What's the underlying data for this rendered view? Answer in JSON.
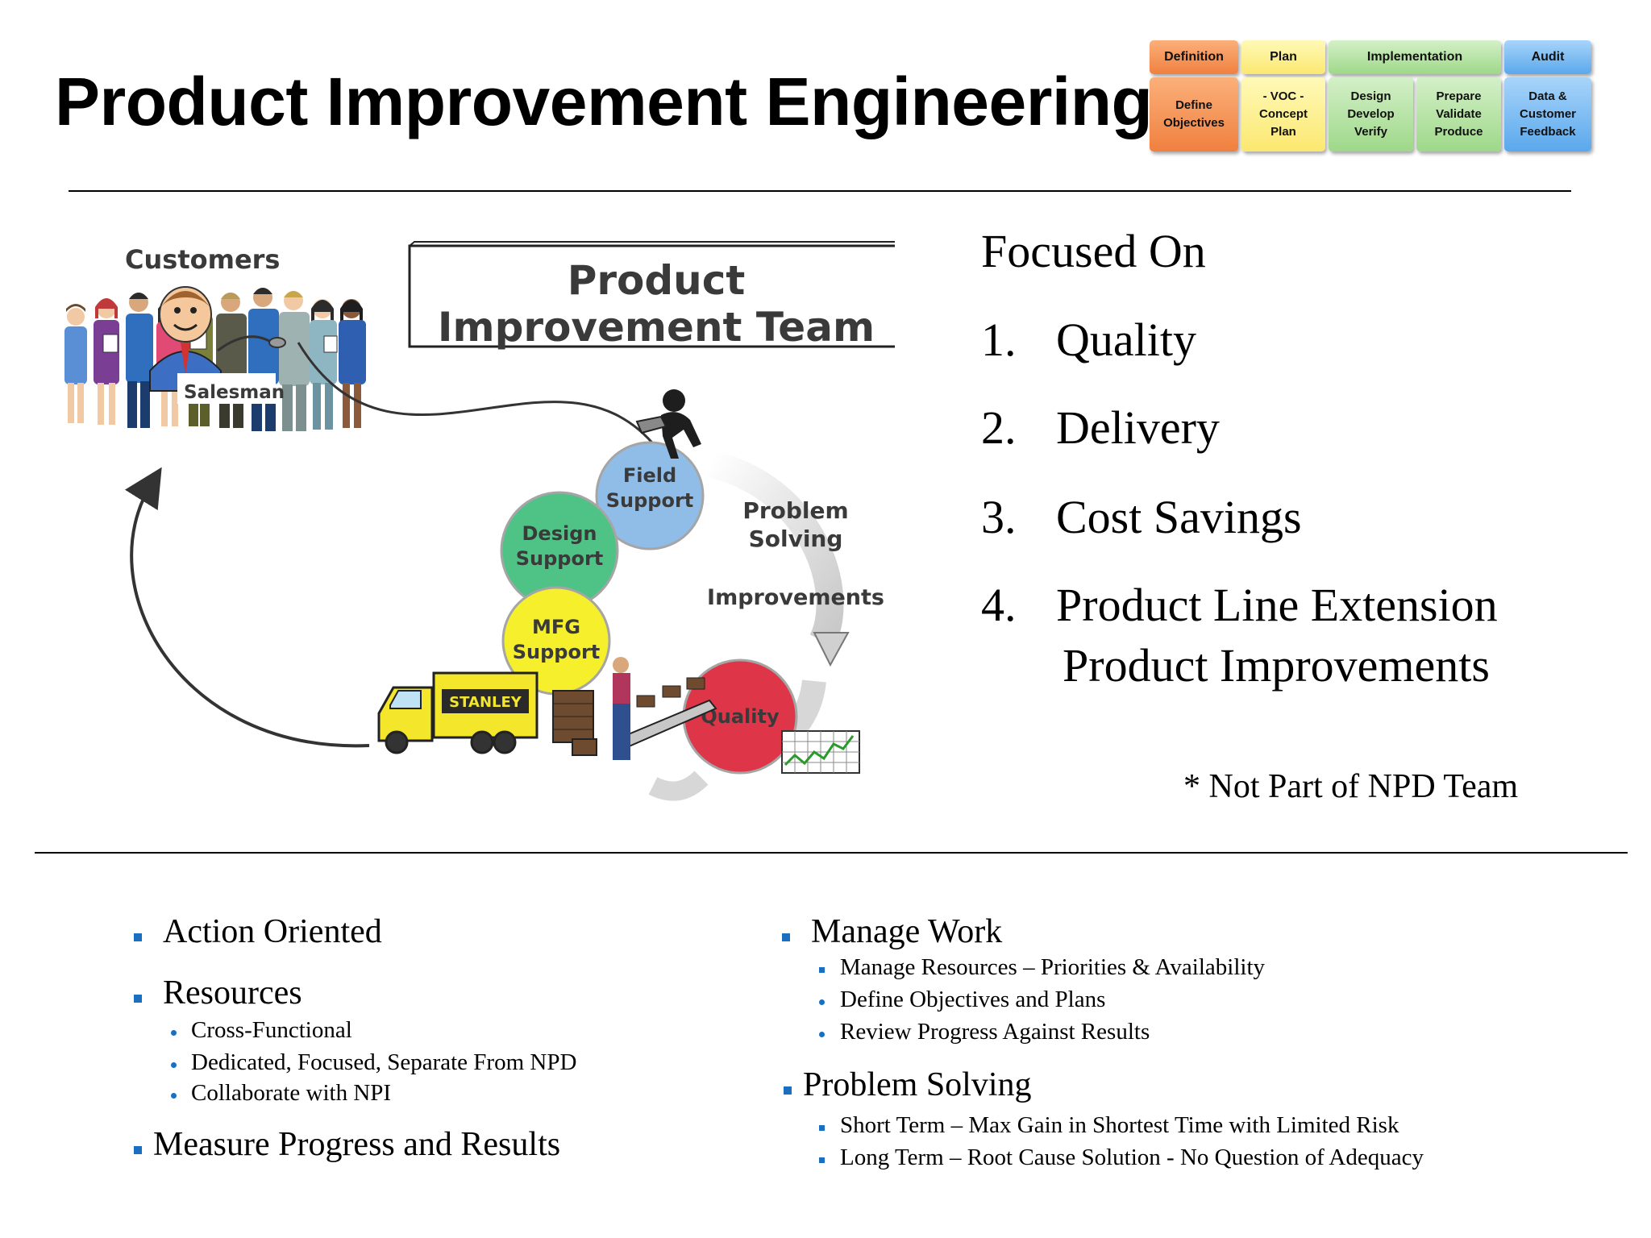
{
  "title": "Product Improvement Engineering",
  "phases": {
    "headers": [
      {
        "label": "Definition",
        "color": "#f5914f"
      },
      {
        "label": "Plan",
        "color": "#fbe870"
      },
      {
        "label": "Implementation",
        "color": "#9ed889"
      },
      {
        "label": "Audit",
        "color": "#5aa8ec"
      }
    ],
    "steps": [
      "Define\nObjectives",
      "- VOC -\nConcept\nPlan",
      "Design\nDevelop\nVerify",
      "Prepare\nValidate\nProduce",
      "Data &\nCustomer\nFeedback"
    ]
  },
  "diagram": {
    "customers": "Customers",
    "salesman": "Salesman",
    "team_box": [
      "Product",
      "Improvement Team"
    ],
    "circles": [
      {
        "label": [
          "Field",
          "Support"
        ],
        "color": "#8fbde8"
      },
      {
        "label": [
          "Design",
          "Support"
        ],
        "color": "#4fc386"
      },
      {
        "label": [
          "MFG",
          "Support"
        ],
        "color": "#f6ef2c"
      },
      {
        "label": [
          "Quality"
        ],
        "color": "#de3548"
      }
    ],
    "problem_solving": [
      "Problem",
      "Solving"
    ],
    "improvements": "Improvements",
    "truck_brand": "STANLEY"
  },
  "focus": {
    "heading": "Focused On",
    "items": [
      {
        "num": "1.",
        "text": "Quality"
      },
      {
        "num": "2.",
        "text": "Delivery"
      },
      {
        "num": "3.",
        "text": "Cost Savings"
      },
      {
        "num": "4.",
        "text": "Product Line Extension"
      }
    ],
    "item4_sub": "Product Improvements",
    "note": "* Not Part of NPD Team"
  },
  "left_bullets": {
    "action": "Action Oriented",
    "resources": "Resources",
    "resources_sub": [
      "Cross-Functional",
      "Dedicated, Focused, Separate From NPD",
      "Collaborate with NPI"
    ],
    "measure": "Measure Progress and Results"
  },
  "right_bullets": {
    "manage": "Manage Work",
    "manage_sub": [
      "Manage Resources – Priorities & Availability",
      "Define Objectives and Plans",
      "Review Progress Against Results"
    ],
    "problem": "Problem Solving",
    "problem_sub": [
      "Short Term – Max Gain in Shortest Time with Limited Risk",
      "Long Term – Root Cause Solution - No Question of Adequacy"
    ]
  }
}
